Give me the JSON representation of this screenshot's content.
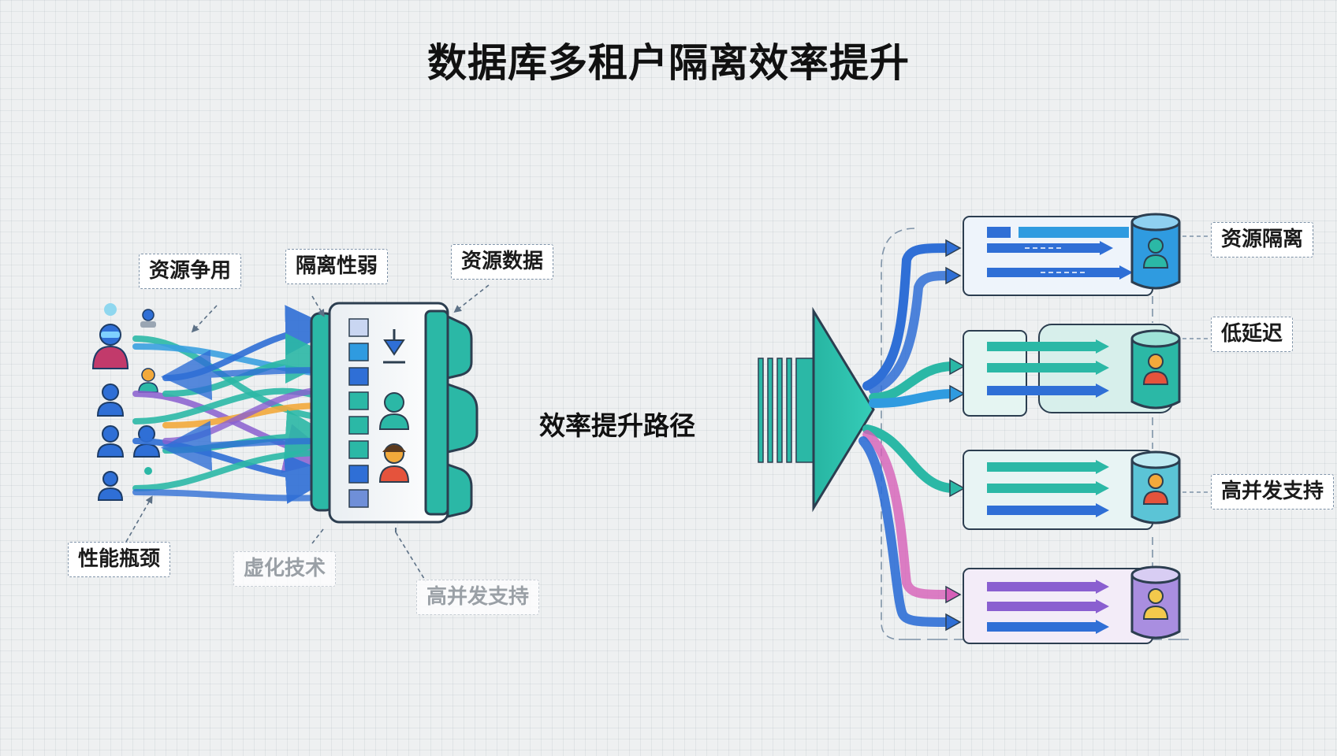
{
  "title": "数据库多租户隔离效率提升",
  "center_label": "效率提升路径",
  "left_labels": {
    "resource_contention": "资源争用",
    "weak_isolation": "隔离性弱",
    "resource_data": "资源数据",
    "performance_bottleneck": "性能瓶颈",
    "virtualization_tech": "虚化技术",
    "concurrency_support": "高并发支持"
  },
  "right_labels": {
    "resource_isolation": "资源隔离",
    "low_latency": "低延迟",
    "high_concurrency": "高并发支持"
  },
  "colors": {
    "teal": "#2bb8a6",
    "blue": "#2f6fd6",
    "purple": "#8a5fd0",
    "orange": "#f2a93b",
    "magenta": "#d65fb8",
    "dark": "#2c3e50"
  }
}
